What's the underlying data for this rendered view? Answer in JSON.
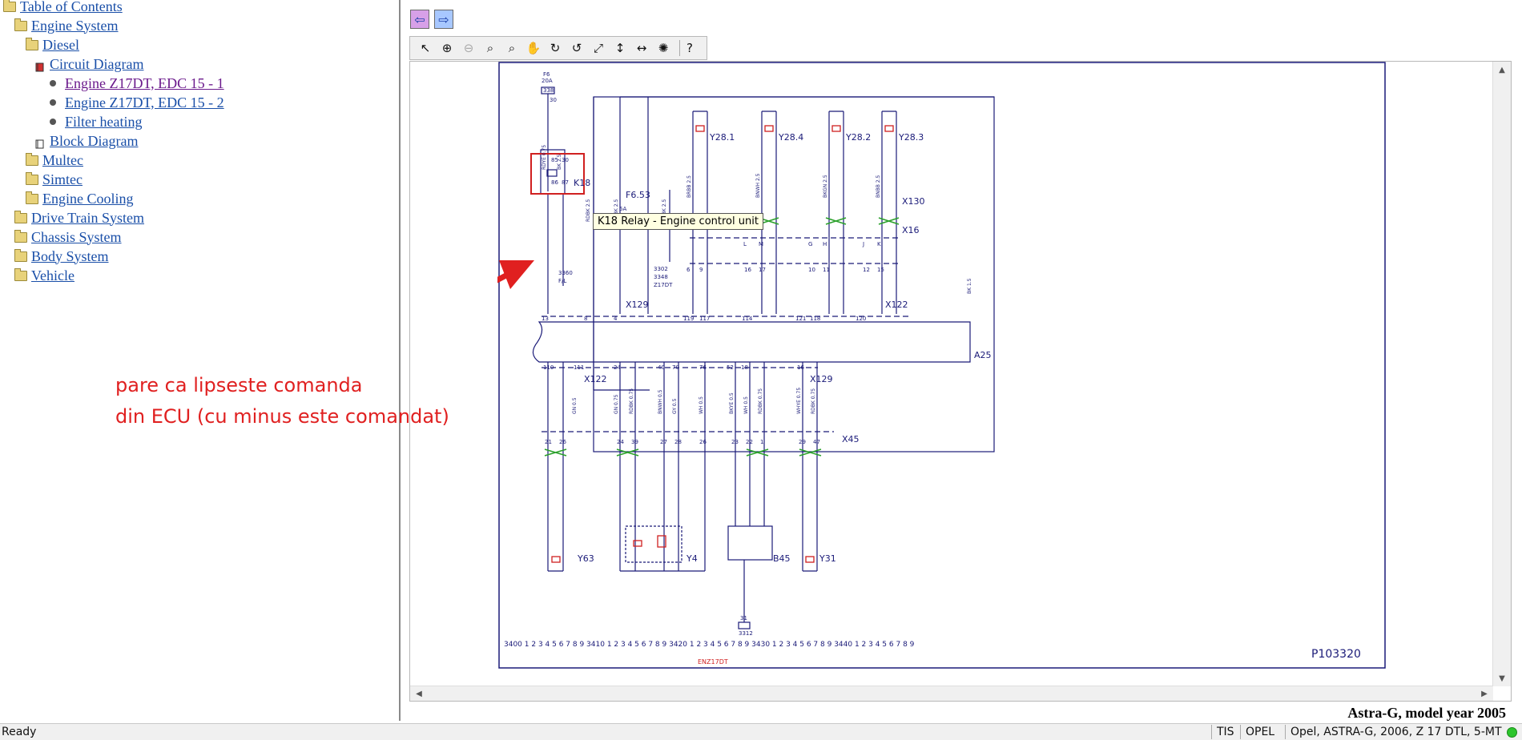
{
  "tree": {
    "items": [
      {
        "label": "Table of Contents",
        "level": 0,
        "icon": "folder-open-icon",
        "visited": false
      },
      {
        "label": "Engine System",
        "level": 1,
        "icon": "folder-open-icon",
        "visited": false
      },
      {
        "label": "Diesel",
        "level": 2,
        "icon": "folder-open-icon",
        "visited": false
      },
      {
        "label": "Circuit Diagram",
        "level": 3,
        "icon": "book-open-icon",
        "visited": false
      },
      {
        "label": "Engine Z17DT, EDC 15 - 1",
        "level": 4,
        "icon": "bullet-icon",
        "visited": true
      },
      {
        "label": "Engine Z17DT, EDC 15 - 2",
        "level": 4,
        "icon": "bullet-icon",
        "visited": false
      },
      {
        "label": "Filter heating",
        "level": 4,
        "icon": "bullet-icon",
        "visited": false
      },
      {
        "label": "Block Diagram",
        "level": 3,
        "icon": "book-icon",
        "visited": false
      },
      {
        "label": "Multec",
        "level": 2,
        "icon": "folder-icon",
        "visited": false
      },
      {
        "label": "Simtec",
        "level": 2,
        "icon": "folder-icon",
        "visited": false
      },
      {
        "label": "Engine Cooling",
        "level": 2,
        "icon": "folder-icon",
        "visited": false
      },
      {
        "label": "Drive Train System",
        "level": 1,
        "icon": "folder-icon",
        "visited": false
      },
      {
        "label": "Chassis System",
        "level": 1,
        "icon": "folder-icon",
        "visited": false
      },
      {
        "label": "Body System",
        "level": 1,
        "icon": "folder-icon",
        "visited": false
      },
      {
        "label": "Vehicle",
        "level": 1,
        "icon": "folder-icon",
        "visited": false
      }
    ]
  },
  "nav": {
    "back_icon": "arrow-left-icon",
    "forward_icon": "arrow-right-icon"
  },
  "toolbar": {
    "tools": [
      {
        "name": "select-tool-icon",
        "glyph": "↖",
        "enabled": true
      },
      {
        "name": "zoom-in-icon",
        "glyph": "⊕",
        "enabled": true
      },
      {
        "name": "zoom-out-icon",
        "glyph": "⊖",
        "enabled": false
      },
      {
        "name": "zoom-icon",
        "glyph": "⌕",
        "enabled": true
      },
      {
        "name": "zoom-window-icon",
        "glyph": "⌕",
        "enabled": true
      },
      {
        "name": "pan-hand-icon",
        "glyph": "✋",
        "enabled": false
      },
      {
        "name": "rotate-right-icon",
        "glyph": "↻",
        "enabled": true
      },
      {
        "name": "rotate-left-icon",
        "glyph": "↺",
        "enabled": true
      },
      {
        "name": "fit-all-icon",
        "glyph": "⤢",
        "enabled": true
      },
      {
        "name": "fit-height-icon",
        "glyph": "↕",
        "enabled": true
      },
      {
        "name": "fit-width-icon",
        "glyph": "↔",
        "enabled": true
      },
      {
        "name": "highlight-wire-icon",
        "glyph": "✺",
        "enabled": true
      },
      {
        "name": "help-icon",
        "glyph": "?",
        "enabled": true
      }
    ]
  },
  "diagram": {
    "fuse_label": "F6",
    "fuse_rating": "20A",
    "fuse_ref": "338",
    "fuse_pin": "30",
    "relay_label": "K18",
    "relay_pins": [
      "85",
      "30",
      "86",
      "87"
    ],
    "fuse2_label": "F6.53",
    "fuse2_rating": "5A",
    "relay_conn_label": "F/L",
    "ground_ref_1": "3302",
    "ground_ref_2": "3348",
    "ground_ref_3": "Z17DT",
    "ground_ref_relay": "3360",
    "injectors": [
      {
        "label": "Y28.1",
        "wire": "BRBB 2.5"
      },
      {
        "label": "Y28.4",
        "wire": "BNWH 2.5"
      },
      {
        "label": "Y28.2",
        "wire": "BKGN 2.5"
      },
      {
        "label": "Y28.3",
        "wire": "BNBB 2.5"
      }
    ],
    "connectors": {
      "x130": "X130",
      "x16": "X16",
      "x129_top": "X129",
      "x122_top": "X122",
      "x122_bot": "X122",
      "x129_bot": "X129",
      "x45": "X45"
    },
    "ecu_label": "A25",
    "ecu_top_pins": [
      "13",
      "8",
      "4",
      "119",
      "117",
      "114",
      "121",
      "118",
      "120"
    ],
    "ecu_bottom_pins": [
      "110",
      "111",
      "24",
      "40",
      "70",
      "76",
      "52",
      "18",
      "16"
    ],
    "x16_pins": [
      "6",
      "9",
      "16",
      "17",
      "10",
      "11",
      "12",
      "15"
    ],
    "x130_pins": [
      "L",
      "M",
      "G",
      "H",
      "J",
      "K"
    ],
    "x45_pins": [
      "21",
      "26",
      "24",
      "39",
      "27",
      "28",
      "26",
      "23",
      "22",
      "1",
      "29",
      "47"
    ],
    "components": {
      "y63": "Y63",
      "y4": "Y4",
      "b45": "B45",
      "y31": "Y31"
    },
    "ground_bottom_pin": "31",
    "ground_bottom_ref": "3312",
    "wire_labels": [
      "RDYE 0.75",
      "BK 2.5",
      "RDBK 2.5",
      "RDBK 2.5",
      "RDBK 2.5",
      "BK 1.5",
      "GN 0.5",
      "GN 0.75",
      "RDBK 0.75",
      "BNWH 0.5",
      "GY 0.5",
      "WH 0.5",
      "BKYE 0.5",
      "WH 0.5",
      "RDBK 0.75",
      "WHYE 0.75",
      "RDBK 0.75"
    ],
    "grid_bottom": "3400 1 2 3 4 5 6 7 8 9 3410 1 2 3 4 5 6 7 8 9 3420 1 2 3 4 5 6 7 8 9 3430 1 2 3 4 5 6 7 8 9 3440 1 2 3 4 5 6 7 8 9",
    "sheet_ref": "ENZ17DT",
    "drawing_id": "P103320",
    "line_color": "#1a1a78",
    "accent_red": "#d02020",
    "connector_green": "#2aa02a"
  },
  "tooltip": {
    "text": "K18 Relay - Engine control unit"
  },
  "annotation": {
    "line1": "pare ca lipseste comanda",
    "line2": "din ECU (cu minus este comandat)",
    "color": "#e02020"
  },
  "caption": "Astra-G, model year 2005",
  "status": {
    "ready": "Ready",
    "app": "TIS",
    "brand": "OPEL",
    "vehicle": "Opel, ASTRA-G, 2006, Z 17 DTL, 5-MT"
  }
}
